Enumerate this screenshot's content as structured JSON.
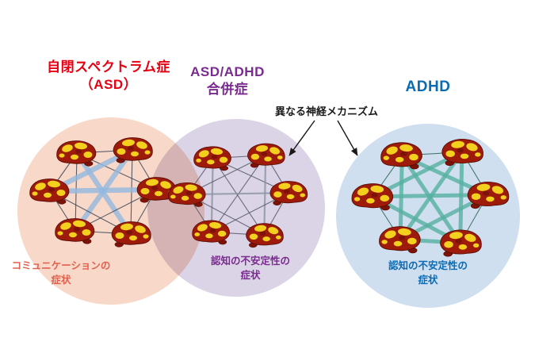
{
  "figure": {
    "background": "#ffffff",
    "annotation": {
      "label": "異なる神経メカニズム",
      "color": "#1a1a1a"
    },
    "brain": {
      "base_color": "#9e1b0c",
      "patch_color": "#f3d01d",
      "outline_color": "#5a0e05",
      "accent_color": "#7c1208"
    },
    "groups": [
      {
        "id": "asd",
        "title_line1": "自閉スペクトラム症",
        "title_line2": "（ASD）",
        "title_color": "#e60012",
        "circle_color": "#f8d8c9",
        "caption_line1": "コミュニケーションの",
        "caption_line2": "症状",
        "caption_color": "#e4604e",
        "network": {
          "node_count": 6,
          "edge_thin_color": "#3d4757",
          "edge_thick_color": "#93b9e0",
          "edge_thick_width": 6.5,
          "edge_thick_pairs": [
            [
              0,
              5
            ],
            [
              1,
              4
            ],
            [
              2,
              3
            ],
            [
              1,
              2
            ]
          ]
        }
      },
      {
        "id": "asd-adhd",
        "title_line1": "ASD/ADHD",
        "title_line2": "合併症",
        "title_color": "#7a2b8f",
        "circle_color": "#dbd3e6",
        "caption_line1": "認知の不安定性の",
        "caption_line2": "症状",
        "caption_color": "#7a2b8f",
        "network": {
          "node_count": 6,
          "edge_thin_color": "#565b66",
          "edge_thick_color": "#8b93a3",
          "edge_thick_width": 2.2,
          "edge_thick_pairs": [
            [
              0,
              4
            ],
            [
              1,
              5
            ],
            [
              2,
              3
            ]
          ]
        }
      },
      {
        "id": "adhd",
        "title_line1": "ADHD",
        "title_line2": "",
        "title_color": "#0a6bb5",
        "circle_color": "#cfdfef",
        "caption_line1": "認知の不安定性の",
        "caption_line2": "症状",
        "caption_color": "#0a6bb5",
        "network": {
          "node_count": 6,
          "edge_thin_color": "#33685c",
          "edge_thick_color": "#55b0a0",
          "edge_thick_width": 5,
          "edge_thick_pairs": [
            [
              0,
              5
            ],
            [
              1,
              4
            ],
            [
              2,
              3
            ],
            [
              0,
              3
            ],
            [
              1,
              2
            ],
            [
              2,
              5
            ],
            [
              3,
              4
            ],
            [
              0,
              4
            ],
            [
              1,
              5
            ],
            [
              4,
              5
            ]
          ]
        }
      }
    ]
  }
}
